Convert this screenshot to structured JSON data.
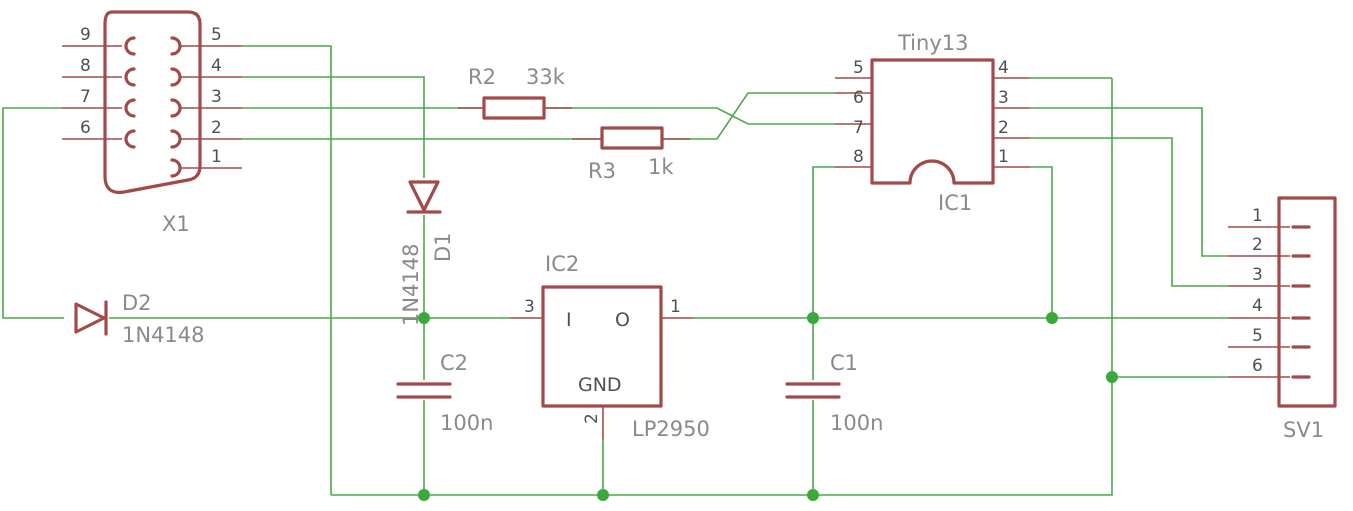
{
  "colors": {
    "part": "#a24a4a",
    "wire": "#4aa84a",
    "text": "#8a8a8a",
    "background": "#ffffff"
  },
  "x1": {
    "name": "X1",
    "pins_left": [
      "9",
      "8",
      "7",
      "6"
    ],
    "pins_right": [
      "5",
      "4",
      "3",
      "2",
      "1"
    ]
  },
  "r2": {
    "name": "R2",
    "value": "33k"
  },
  "r3": {
    "name": "R3",
    "value": "1k"
  },
  "d1": {
    "name": "D1",
    "value": "1N4148"
  },
  "d2": {
    "name": "D2",
    "value": "1N4148"
  },
  "ic1": {
    "name": "IC1",
    "value": "Tiny13",
    "pins_left": [
      "5",
      "6",
      "7",
      "8"
    ],
    "pins_right": [
      "4",
      "3",
      "2",
      "1"
    ]
  },
  "ic2": {
    "name": "IC2",
    "value": "LP2950",
    "input_label": "I",
    "output_label": "O",
    "gnd_label": "GND",
    "pin_in": "3",
    "pin_out": "1",
    "pin_gnd": "2"
  },
  "c1": {
    "name": "C1",
    "value": "100n"
  },
  "c2": {
    "name": "C2",
    "value": "100n"
  },
  "sv1": {
    "name": "SV1",
    "pins": [
      "1",
      "2",
      "3",
      "4",
      "5",
      "6"
    ]
  }
}
